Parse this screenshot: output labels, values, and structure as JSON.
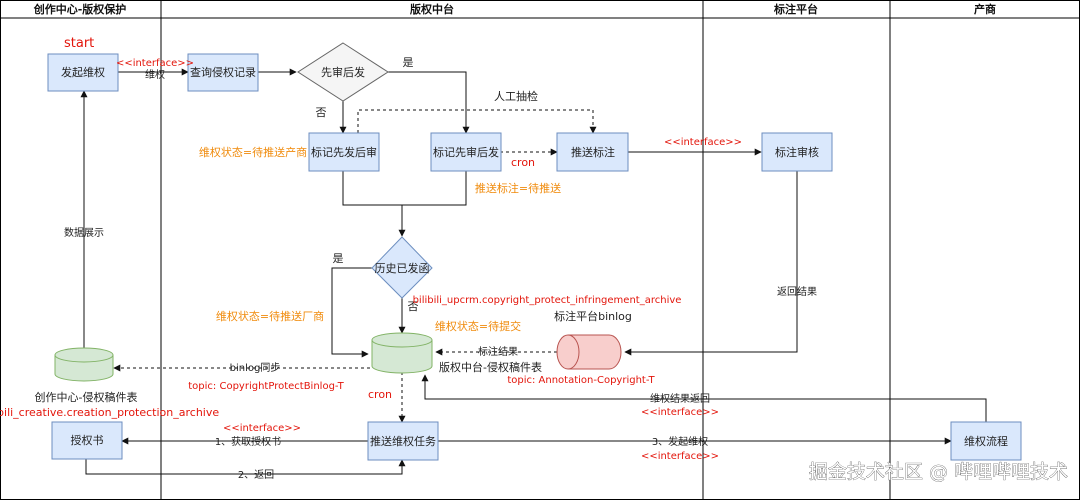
{
  "lanes": {
    "creation": "创作中心-版权保护",
    "copyright": "版权中台",
    "annotation": "标注平台",
    "vendor": "产商"
  },
  "start_label": "start",
  "nodes": {
    "initiate": "发起维权",
    "query_records": "查询侵权记录",
    "review_decision": "先审后发",
    "mark_send_first": "标记先发后审",
    "mark_review_first": "标记先审后发",
    "push_annotation": "推送标注",
    "annotation_review": "标注审核",
    "history_sent": "历史已发函",
    "copyright_table": "版权中台-侵权稿件表",
    "creation_table": "创作中心-侵权稿件表",
    "creation_table_name": "bilibili_creative.creation_protection_archive",
    "annotation_binlog": "标注平台binlog",
    "authorization": "授权书",
    "push_task": "推送维权任务",
    "rights_flow": "维权流程"
  },
  "edges": {
    "interface_1": "<<interface>>",
    "weiquan": "维权",
    "yes_1": "是",
    "no_1": "否",
    "manual_check": "人工抽检",
    "cron_1": "cron",
    "interface_2": "<<interface>>",
    "return_result": "返回结果",
    "data_display": "数据展示",
    "yes_2": "是",
    "no_2": "否",
    "annotation_result": "标注结果",
    "binlog_sync": "binlog同步",
    "cron_2": "cron",
    "rights_result_return": "维权结果返回",
    "interface_3": "<<interface>>",
    "interface_4": "<<interface>>",
    "get_auth": "1、获取授权书",
    "return": "2、返回",
    "initiate_rights": "3、发起维权",
    "interface_5": "<<interface>>"
  },
  "annotations": {
    "status_wait_vendor_1": "维权状态=待推送产商",
    "push_annotation_pending": "推送标注=待推送",
    "status_wait_vendor_2": "维权状态=待推送厂商",
    "status_wait_submit": "维权状态=待提交",
    "table_infringement": "bilibili_upcrm.copyright_protect_infringement_archive",
    "topic_binlog": "topic: CopyrightProtectBinlog-T",
    "topic_annotation": "topic: Annotation-Copyright-T"
  },
  "watermark": "掘金技术社区 @ 哔哩哔哩技术",
  "colors": {
    "accent_red": "#e3150b",
    "accent_orange": "#f08b0c",
    "box_fill": "#dae8fc",
    "box_stroke": "#6c8ebf",
    "db_green": "#d5e8d4",
    "db_red": "#f8cecc"
  }
}
